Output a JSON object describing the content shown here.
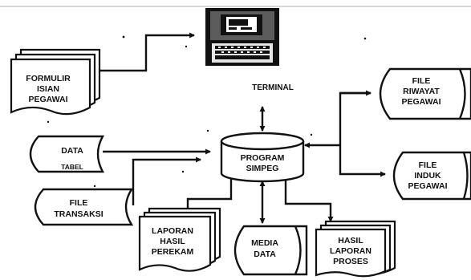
{
  "colors": {
    "ink": "#111111",
    "paper": "#ffffff",
    "screen_glow": "#5c5c5c"
  },
  "icons": {
    "terminal": "computer-terminal-icon"
  },
  "nodes": {
    "formulir": {
      "lines": [
        "FORMULIR",
        "ISIAN",
        "PEGAWAI"
      ]
    },
    "terminal": {
      "label": "TERMINAL"
    },
    "data_tabel": {
      "lines": [
        "DATA",
        "TABEL"
      ]
    },
    "file_transaksi": {
      "lines": [
        "FILE",
        "TRANSAKSI"
      ]
    },
    "program": {
      "lines": [
        "PROGRAM",
        "SIMPEG"
      ]
    },
    "file_riwayat": {
      "lines": [
        "FILE",
        "RIWAYAT",
        "PEGAWAI"
      ]
    },
    "file_induk": {
      "lines": [
        "FILE",
        "INDUK",
        "PEGAWAI"
      ]
    },
    "laporan_perekam": {
      "lines": [
        "LAPORAN",
        "HASIL",
        "PEREKAM"
      ]
    },
    "media_data": {
      "lines": [
        "MEDIA",
        "DATA"
      ]
    },
    "laporan_proses": {
      "lines": [
        "HASIL",
        "LAPORAN",
        "PROSES"
      ]
    }
  }
}
